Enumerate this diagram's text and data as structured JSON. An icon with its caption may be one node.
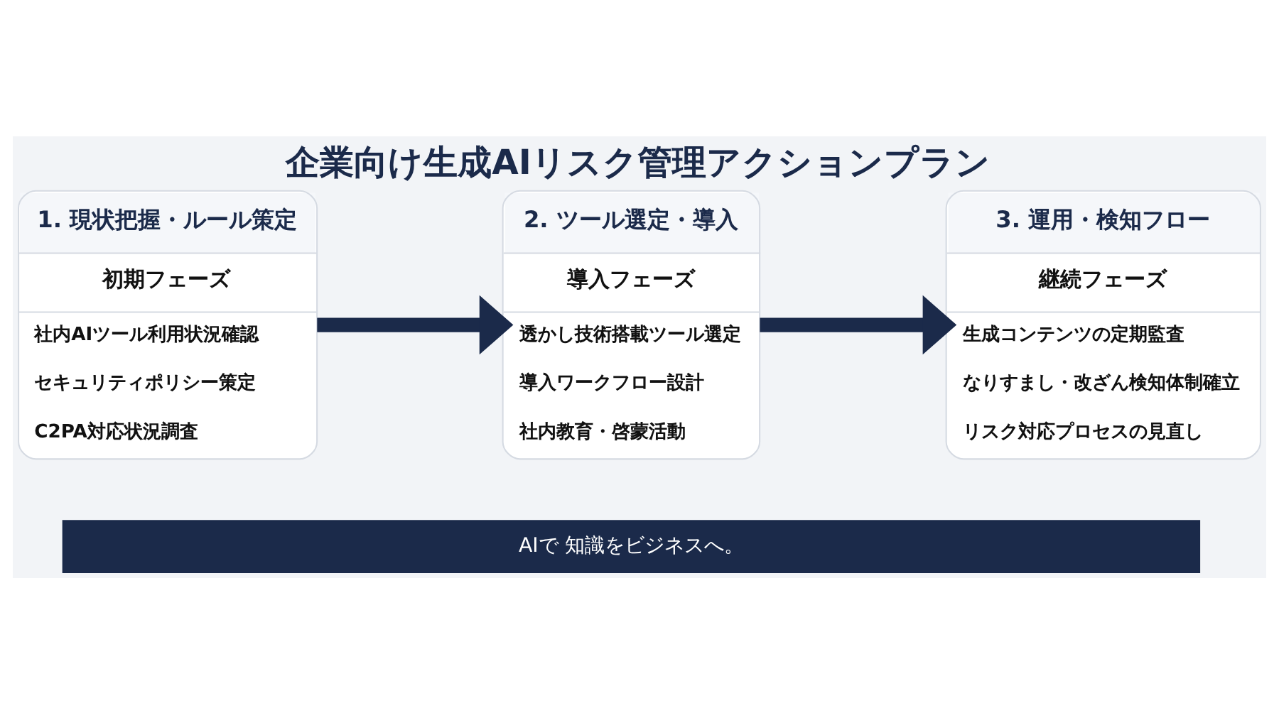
{
  "diagram": {
    "title": "企業向け生成AIリスク管理アクションプラン",
    "nodes": [
      {
        "text": [
          "1. 現状把握・ルール策定",
          "初期フェーズ",
          "社内AIツール利用状況確認",
          "セキュリティポリシー策定",
          "C2PA対応状況調査"
        ]
      },
      {
        "text": [
          "2. ツール選定・導入",
          "導入フェーズ",
          "透かし技術搭載ツール選定",
          "導入ワークフロー設計",
          "社内教育・啓蒙活動"
        ]
      },
      {
        "text": [
          "3. 運用・検知フロー",
          "継続フェーズ",
          "生成コンテンツの定期監査",
          "なりすまし・改ざん検知体制確立",
          "リスク対応プロセスの見直し"
        ]
      }
    ],
    "edges": [
      {
        "from": 0,
        "to": 1,
        "arrow": "to"
      },
      {
        "from": 1,
        "to": 2,
        "arrow": "to"
      }
    ],
    "labels": [
      "AIで 知識をビジネスへ。"
    ]
  }
}
